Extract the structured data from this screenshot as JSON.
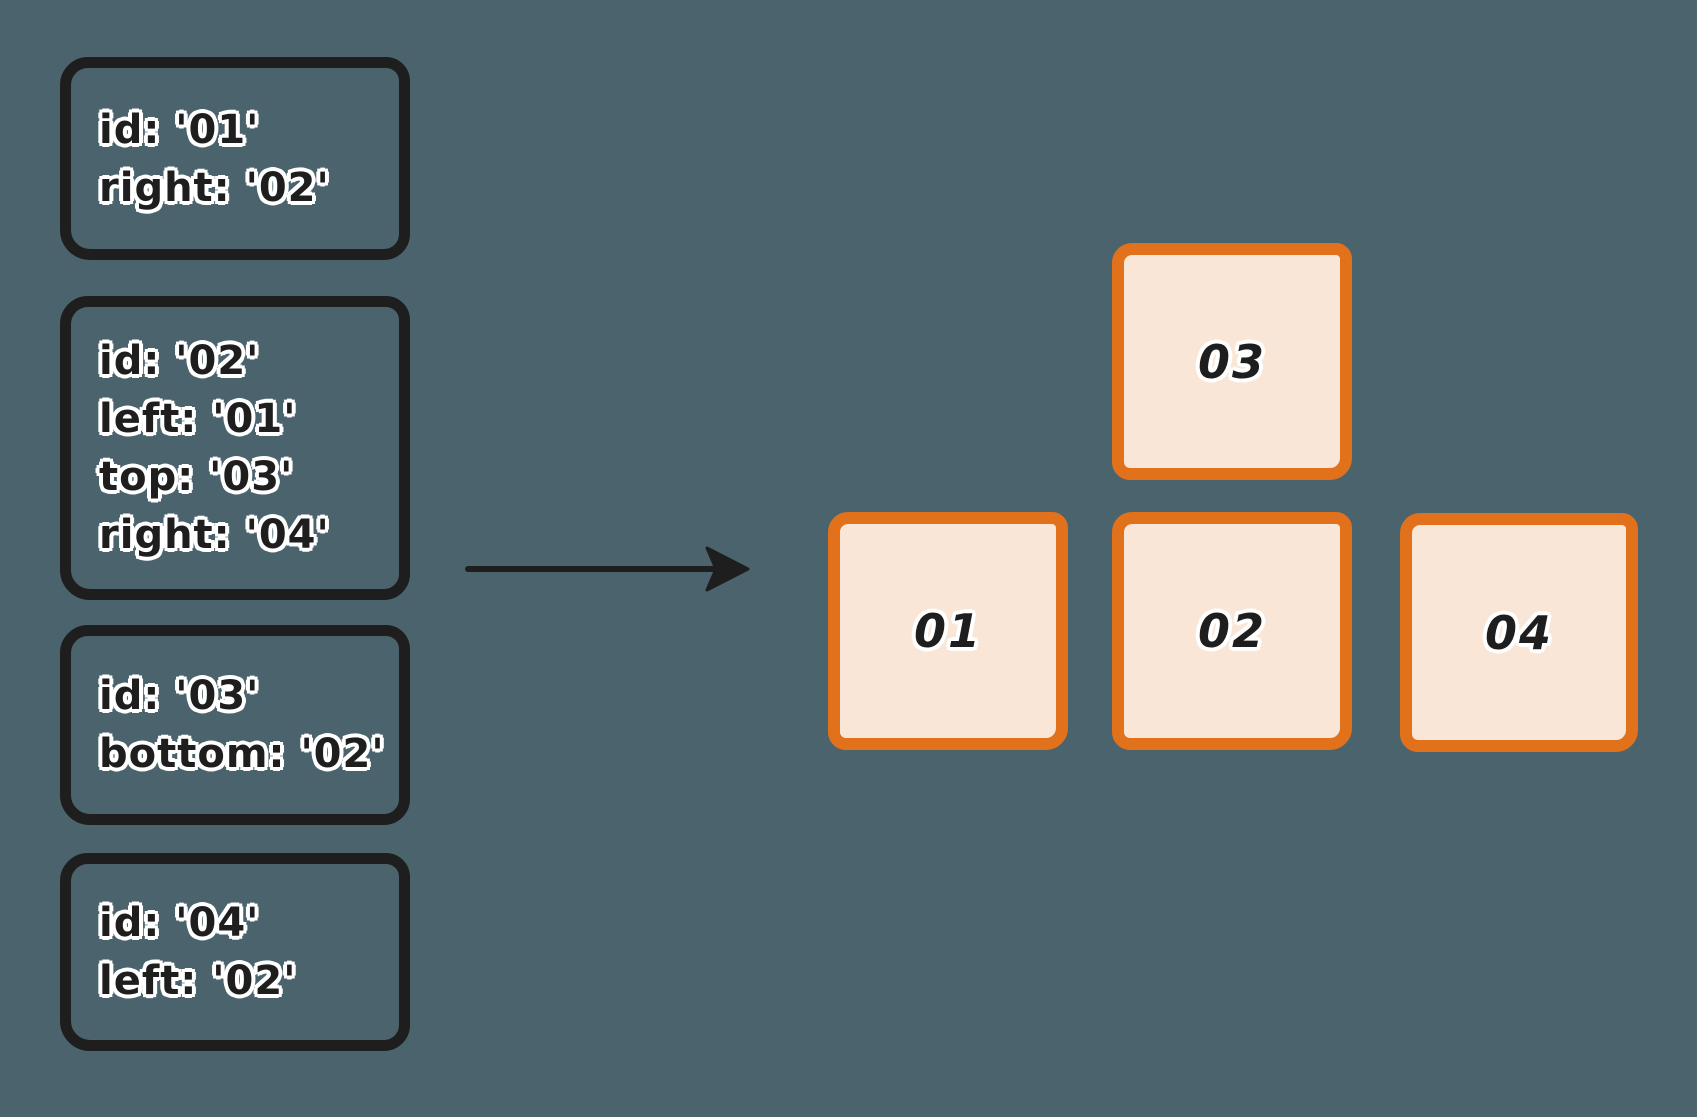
{
  "colors": {
    "background": "#4b636d",
    "card_stroke": "#1e1e1e",
    "text": "#1e1e1e",
    "text_halo": "#ffffff",
    "tile_border": "#e2711c",
    "tile_fill": "#f9e6d6",
    "arrow": "#1e1e1e"
  },
  "definition_cards": [
    {
      "id": "01",
      "lines": [
        "id: '01'",
        "right: '02'"
      ]
    },
    {
      "id": "02",
      "lines": [
        "id: '02'",
        "left: '01'",
        "top: '03'",
        "right: '04'"
      ]
    },
    {
      "id": "03",
      "lines": [
        "id: '03'",
        "bottom: '02'"
      ]
    },
    {
      "id": "04",
      "lines": [
        "id: '04'",
        "left: '02'"
      ]
    }
  ],
  "arrow": {
    "direction": "right"
  },
  "result_tiles": [
    {
      "label": "03",
      "position": "top-middle"
    },
    {
      "label": "01",
      "position": "row-left"
    },
    {
      "label": "02",
      "position": "row-middle"
    },
    {
      "label": "04",
      "position": "row-right"
    }
  ]
}
